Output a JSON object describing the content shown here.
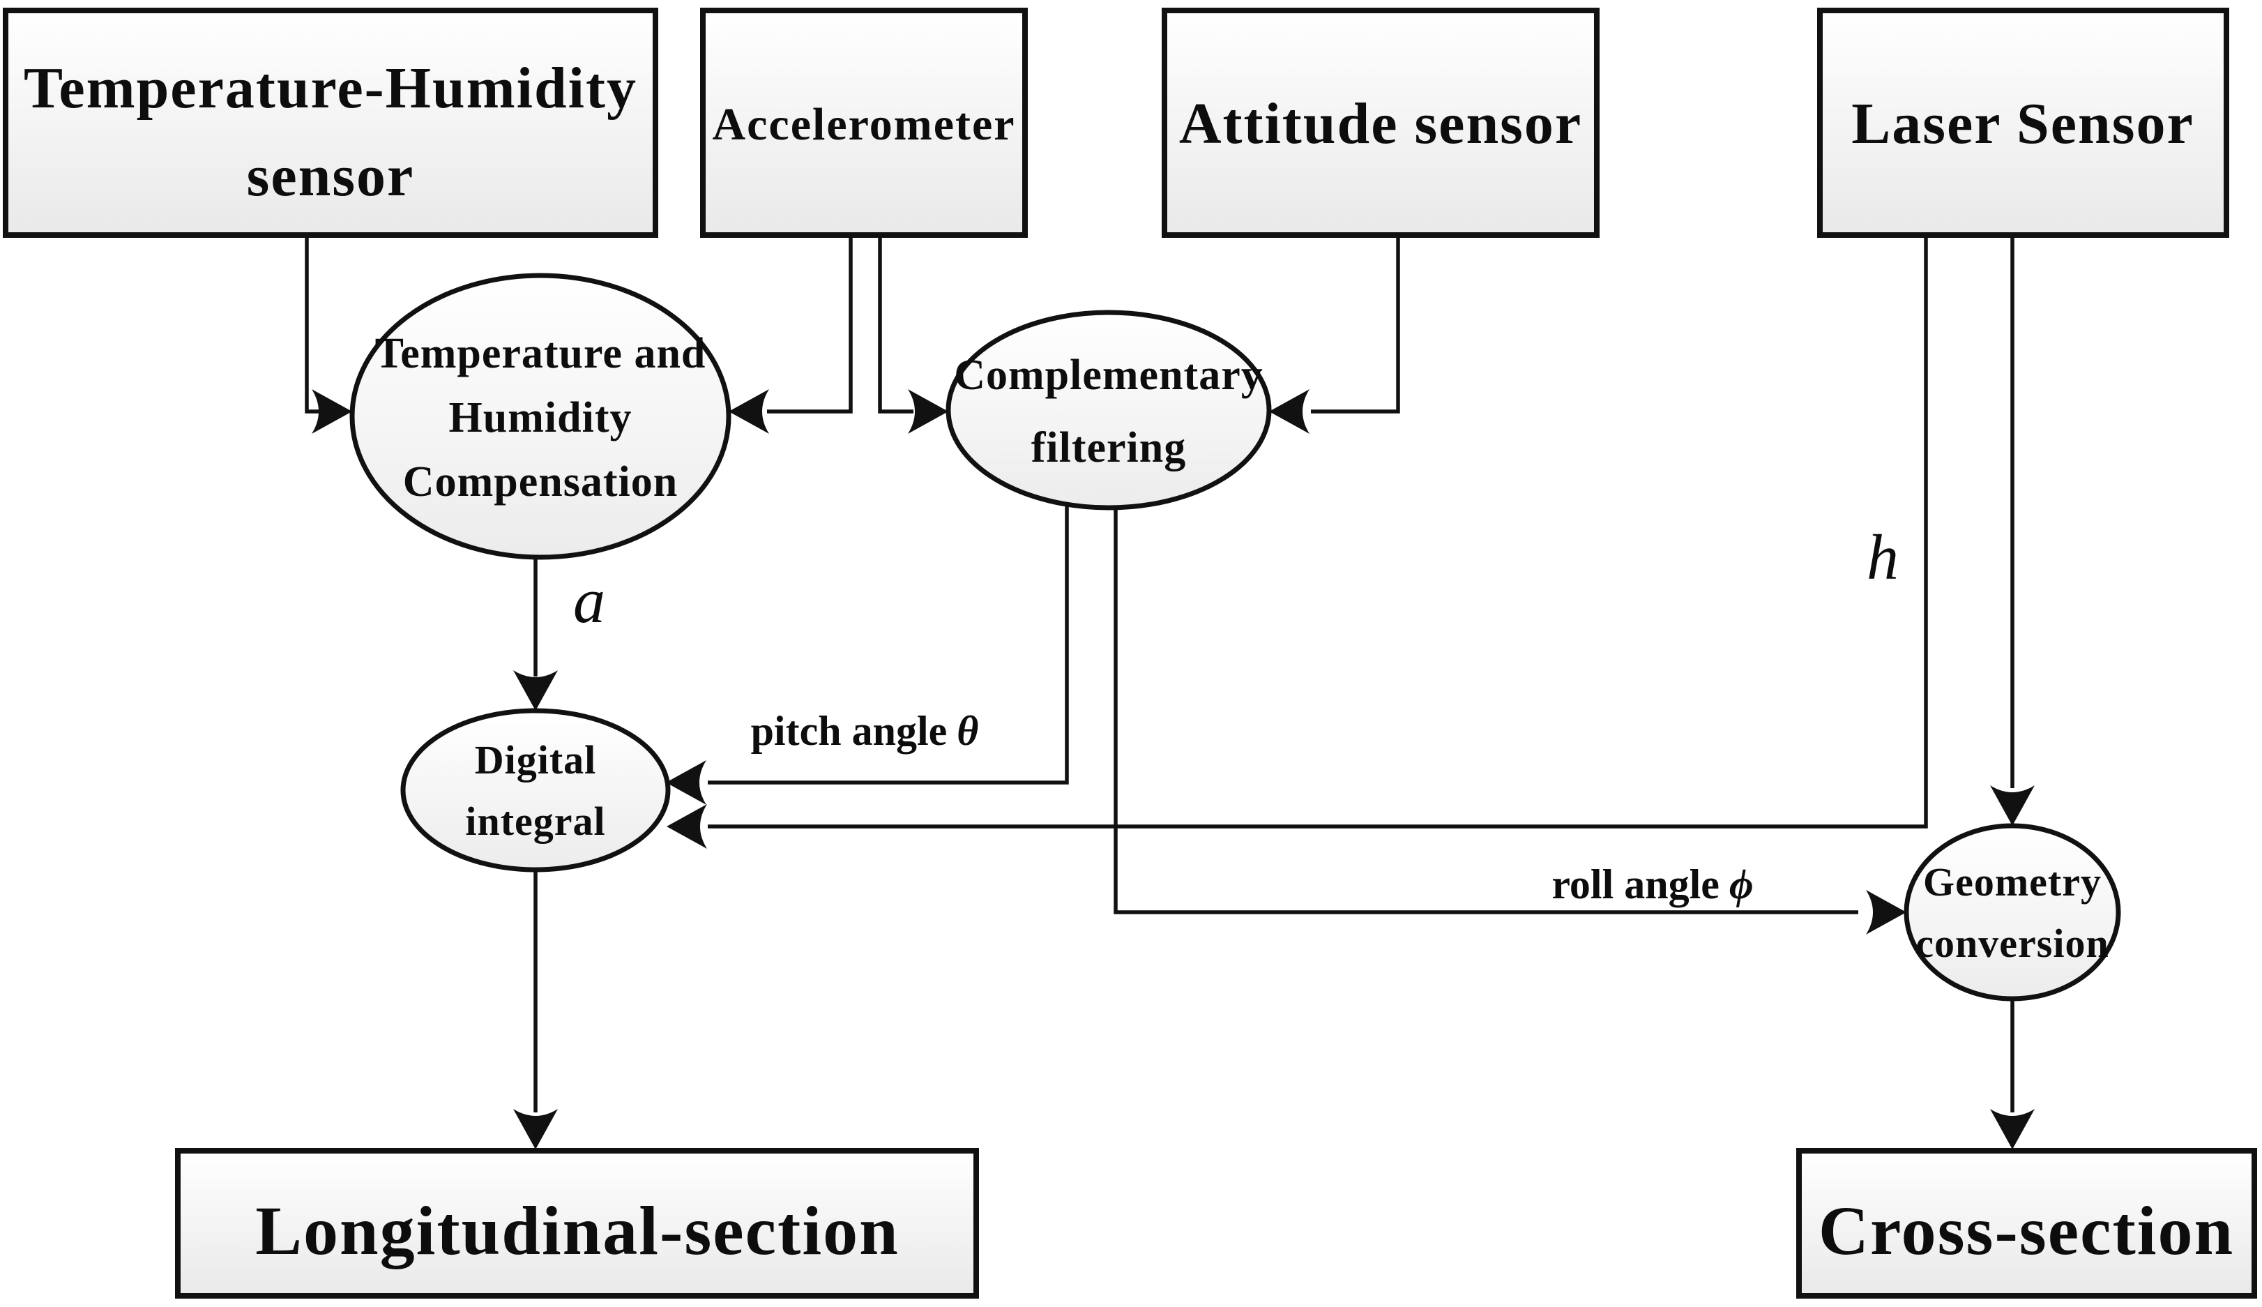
{
  "colors": {
    "background": "#ffffff",
    "stroke": "#111111",
    "node_fill_top": "#ffffff",
    "node_fill_bottom": "#e9e9e9"
  },
  "nodes": {
    "temperature_humidity_sensor": {
      "line1": "Temperature-Humidity",
      "line2": "sensor"
    },
    "accelerometer": {
      "label": "Accelerometer"
    },
    "attitude_sensor": {
      "label": "Attitude sensor"
    },
    "laser_sensor": {
      "label": "Laser Sensor"
    },
    "temp_humidity_compensation": {
      "line1": "Temperature and",
      "line2": "Humidity",
      "line3": "Compensation"
    },
    "complementary_filtering": {
      "line1": "Complementary",
      "line2": "filtering"
    },
    "digital_integral": {
      "line1": "Digital",
      "line2": "integral"
    },
    "geometry_conversion": {
      "line1": "Geometry",
      "line2": "conversion"
    },
    "longitudinal_section": {
      "label": "Longitudinal-section"
    },
    "cross_section": {
      "label": "Cross-section"
    }
  },
  "edge_labels": {
    "acceleration": "a",
    "height": "h",
    "pitch_prefix": "pitch angle",
    "pitch_symbol": "θ",
    "roll_prefix": "roll angle",
    "roll_symbol": "ϕ"
  }
}
